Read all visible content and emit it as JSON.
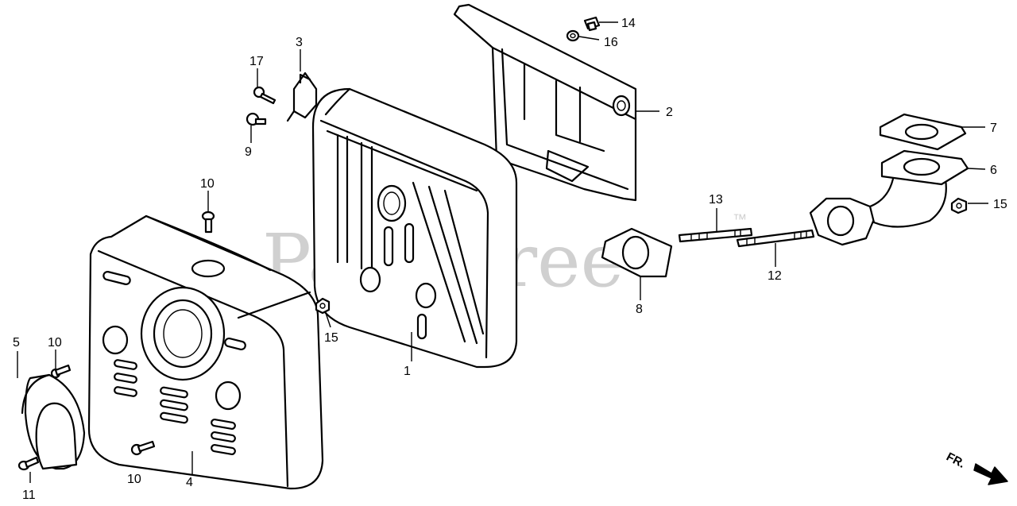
{
  "watermark": {
    "text": "PartsTree",
    "tm": "™"
  },
  "direction": {
    "label": "FR."
  },
  "callouts": {
    "c1": "1",
    "c2": "2",
    "c3": "3",
    "c4": "4",
    "c5": "5",
    "c6": "6",
    "c7": "7",
    "c8": "8",
    "c9": "9",
    "c10a": "10",
    "c10b": "10",
    "c10c": "10",
    "c11": "11",
    "c12": "12",
    "c13": "13",
    "c14": "14",
    "c15a": "15",
    "c15b": "15",
    "c16": "16",
    "c17": "17"
  }
}
